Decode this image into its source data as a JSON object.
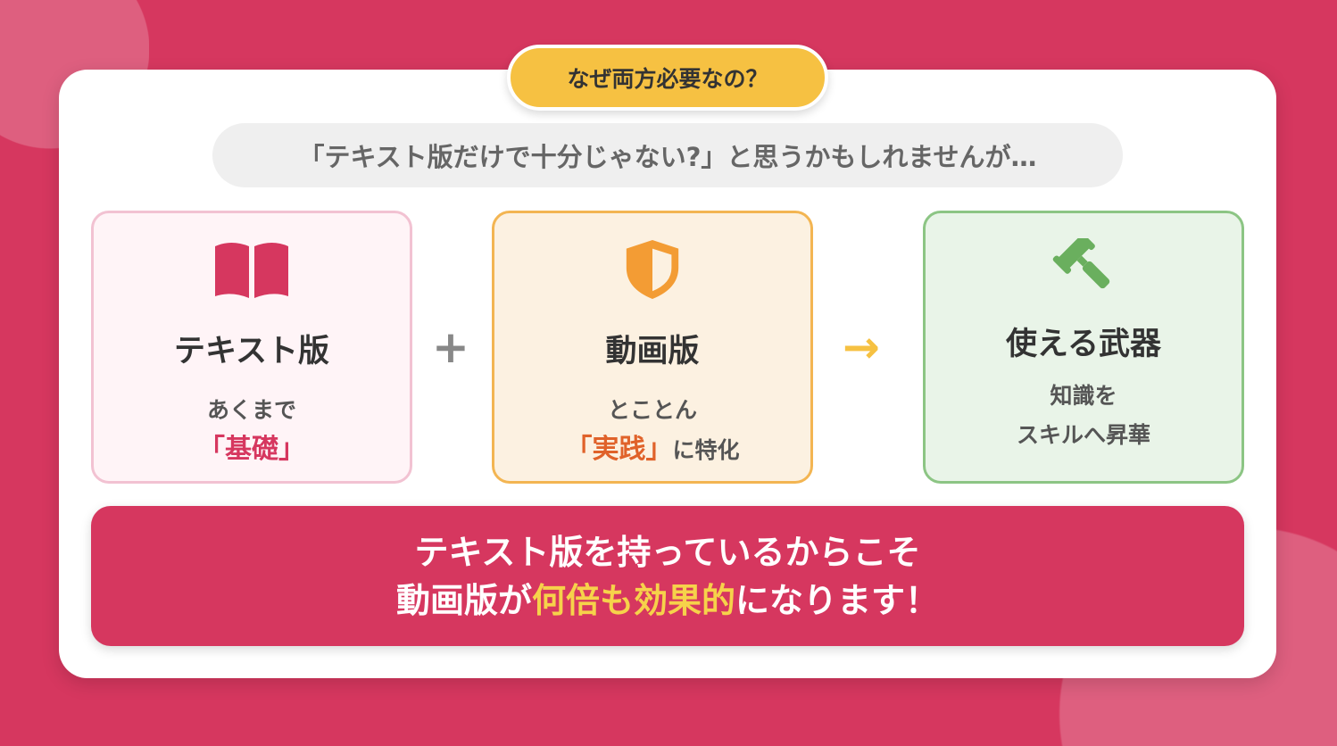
{
  "badge": "なぜ両方必要なの？",
  "question": "「テキスト版だけで十分じゃない?」と思うかもしれませんが…",
  "boxes": [
    {
      "icon": "book-icon",
      "title": "テキスト版",
      "line1": "あくまで",
      "line2_highlight": "「基礎」",
      "line2_rest": ""
    },
    {
      "icon": "shield-icon",
      "title": "動画版",
      "line1": "とことん",
      "line2_highlight": "「実践」",
      "line2_rest": "に特化"
    },
    {
      "icon": "gavel-icon",
      "title": "使える武器",
      "line1": "知識を",
      "line2_highlight": "",
      "line2_rest": "スキルへ昇華"
    }
  ],
  "operators": {
    "plus": "+",
    "arrow": "→"
  },
  "banner": {
    "line1": "テキスト版を持っているからこそ",
    "line2_pre": "動画版が",
    "line2_highlight": "何倍も効果的",
    "line2_post": "になります！"
  },
  "colors": {
    "background": "#d6375f",
    "accent_yellow": "#f6c142",
    "green": "#6aaf5e",
    "orange": "#f39c34"
  }
}
